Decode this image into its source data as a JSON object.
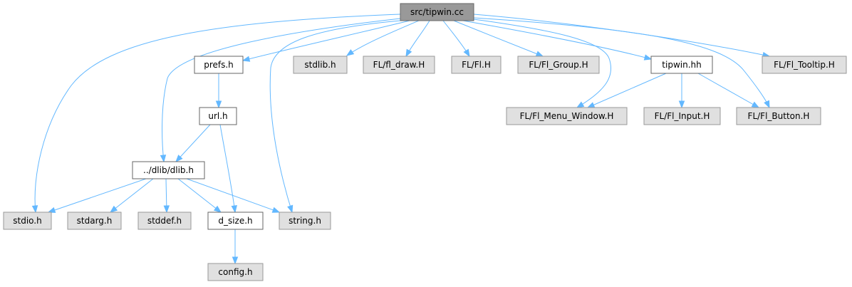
{
  "nodes": [
    {
      "id": "root",
      "label": "src/tipwin.cc",
      "kind": "root"
    },
    {
      "id": "prefs",
      "label": "prefs.h",
      "kind": "local"
    },
    {
      "id": "stdlib",
      "label": "stdlib.h",
      "kind": "system"
    },
    {
      "id": "fldraw",
      "label": "FL/fl_draw.H",
      "kind": "system"
    },
    {
      "id": "flfl",
      "label": "FL/Fl.H",
      "kind": "system"
    },
    {
      "id": "flgroup",
      "label": "FL/Fl_Group.H",
      "kind": "system"
    },
    {
      "id": "tipwinhh",
      "label": "tipwin.hh",
      "kind": "local"
    },
    {
      "id": "fltooltip",
      "label": "FL/Fl_Tooltip.H",
      "kind": "system"
    },
    {
      "id": "urlh",
      "label": "url.h",
      "kind": "local"
    },
    {
      "id": "flmenuwin",
      "label": "FL/Fl_Menu_Window.H",
      "kind": "system"
    },
    {
      "id": "flinput",
      "label": "FL/Fl_Input.H",
      "kind": "system"
    },
    {
      "id": "flbutton",
      "label": "FL/Fl_Button.H",
      "kind": "system"
    },
    {
      "id": "dlib",
      "label": "../dlib/dlib.h",
      "kind": "local"
    },
    {
      "id": "stdio",
      "label": "stdio.h",
      "kind": "system"
    },
    {
      "id": "stdarg",
      "label": "stdarg.h",
      "kind": "system"
    },
    {
      "id": "stddef",
      "label": "stddef.h",
      "kind": "system"
    },
    {
      "id": "dsize",
      "label": "d_size.h",
      "kind": "local"
    },
    {
      "id": "string",
      "label": "string.h",
      "kind": "system"
    },
    {
      "id": "config",
      "label": "config.h",
      "kind": "system"
    }
  ],
  "edges": [
    {
      "from": "root",
      "to": "prefs"
    },
    {
      "from": "root",
      "to": "stdlib"
    },
    {
      "from": "root",
      "to": "fldraw"
    },
    {
      "from": "root",
      "to": "flfl"
    },
    {
      "from": "root",
      "to": "flgroup"
    },
    {
      "from": "root",
      "to": "tipwinhh"
    },
    {
      "from": "root",
      "to": "fltooltip"
    },
    {
      "from": "root",
      "to": "flmenuwin"
    },
    {
      "from": "root",
      "to": "flbutton"
    },
    {
      "from": "root",
      "to": "dlib"
    },
    {
      "from": "root",
      "to": "stdio"
    },
    {
      "from": "root",
      "to": "string"
    },
    {
      "from": "prefs",
      "to": "urlh"
    },
    {
      "from": "urlh",
      "to": "dlib"
    },
    {
      "from": "urlh",
      "to": "dsize"
    },
    {
      "from": "tipwinhh",
      "to": "flmenuwin"
    },
    {
      "from": "tipwinhh",
      "to": "flinput"
    },
    {
      "from": "tipwinhh",
      "to": "flbutton"
    },
    {
      "from": "dlib",
      "to": "stdio"
    },
    {
      "from": "dlib",
      "to": "stdarg"
    },
    {
      "from": "dlib",
      "to": "stddef"
    },
    {
      "from": "dlib",
      "to": "dsize"
    },
    {
      "from": "dlib",
      "to": "string"
    },
    {
      "from": "dsize",
      "to": "config"
    }
  ],
  "colors": {
    "root_fill": "#999999",
    "local_fill": "#ffffff",
    "system_fill": "#e0e0e0",
    "edge": "#63b8ff"
  }
}
